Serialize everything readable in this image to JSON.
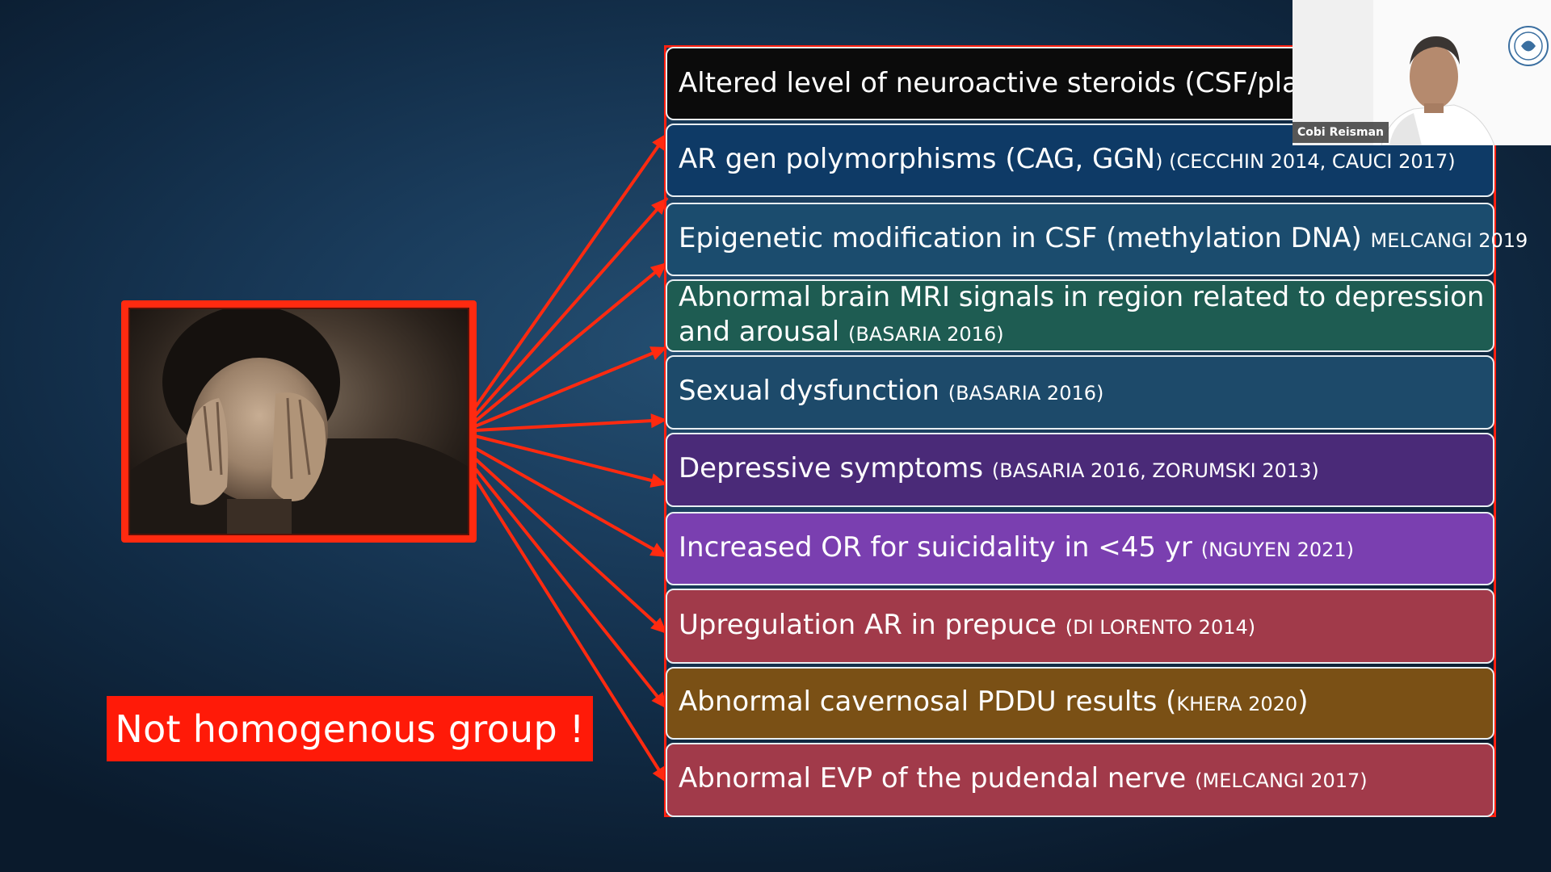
{
  "slide": {
    "group_label": "Not homogenous group !",
    "photo_alt": "man with face in hands",
    "items": [
      {
        "lines": [
          {
            "text": "Altered level of neuroactive steroids (CSF/plasm",
            "cite": ""
          }
        ],
        "color": "#0b0b0b"
      },
      {
        "lines": [
          {
            "text": "AR gen polymorphisms (CAG, GGN",
            "cite": ") (CECCHIN 2014, CAUCI 2017)"
          }
        ],
        "color": "#0e3a66"
      },
      {
        "lines": [
          {
            "text": "Epigenetic modification in CSF (methylation DNA) ",
            "cite": "MELCANGI 2019"
          }
        ],
        "color": "#1b4c6e"
      },
      {
        "lines": [
          {
            "text": "Abnormal brain MRI signals in region related to depression",
            "cite": ""
          },
          {
            "text": "and arousal ",
            "cite": "(BASARIA 2016)"
          }
        ],
        "color": "#1e5c52"
      },
      {
        "lines": [
          {
            "text": "Sexual dysfunction ",
            "cite": "(BASARIA 2016)"
          }
        ],
        "color": "#1d4a6a"
      },
      {
        "lines": [
          {
            "text": "Depressive symptoms ",
            "cite": "(BASARIA 2016, ZORUMSKI 2013)"
          }
        ],
        "color": "#4a2a78"
      },
      {
        "lines": [
          {
            "text": "Increased OR for suicidality in <45 yr ",
            "cite": "(NGUYEN 2021)"
          }
        ],
        "color": "#7a3fb0"
      },
      {
        "lines": [
          {
            "text": "Upregulation AR in prepuce ",
            "cite": "(DI LORENTO 2014)"
          }
        ],
        "color": "#a13a4a"
      },
      {
        "lines": [
          {
            "text": "Abnormal cavernosal PDDU results (",
            "cite": "KHERA 2020",
            "tail": ")"
          }
        ],
        "color": "#7a5015"
      },
      {
        "lines": [
          {
            "text": "Abnormal EVP of the pudendal nerve ",
            "cite": "(MELCANGI 2017)"
          }
        ],
        "color": "#a13a4a"
      }
    ],
    "arrow_color": "#ff2a10"
  },
  "webcam": {
    "speaker_name": "Cobi Reisman",
    "logo_icon": "society-logo-icon"
  }
}
